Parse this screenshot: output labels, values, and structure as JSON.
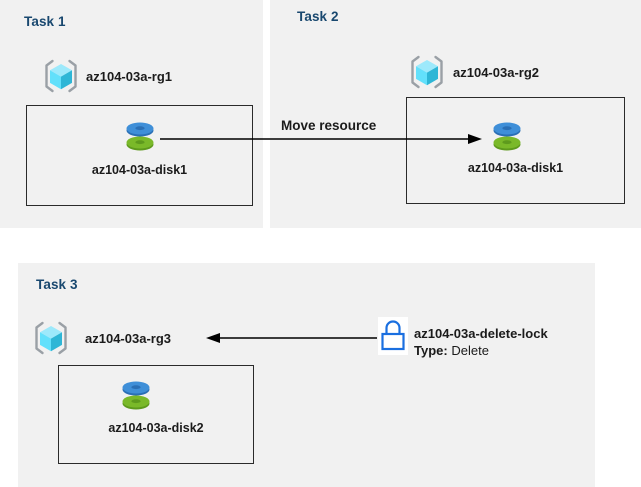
{
  "page": {
    "background": "#ffffff",
    "panel_background": "#f1f1f1",
    "title_color": "#19486f",
    "text_color": "#1b1b1b",
    "border_color": "#2b2b2b"
  },
  "panels": [
    {
      "id": "task1",
      "title": "Task 1",
      "resource_group": {
        "icon": "resource-group-icon",
        "label": "az104-03a-rg1"
      },
      "resource": {
        "icon": "managed-disk-icon",
        "label": "az104-03a-disk1"
      }
    },
    {
      "id": "task2",
      "title": "Task 2",
      "resource_group": {
        "icon": "resource-group-icon",
        "label": "az104-03a-rg2"
      },
      "resource": {
        "icon": "managed-disk-icon",
        "label": "az104-03a-disk1"
      }
    },
    {
      "id": "task3",
      "title": "Task 3",
      "resource_group": {
        "icon": "resource-group-icon",
        "label": "az104-03a-rg3"
      },
      "resource": {
        "icon": "managed-disk-icon",
        "label": "az104-03a-disk2"
      },
      "lock": {
        "icon": "lock-icon",
        "name": "az104-03a-delete-lock",
        "type_key": "Type:",
        "type_value": "Delete"
      }
    }
  ],
  "arrows": {
    "move_resource": {
      "label": "Move resource",
      "direction": "right",
      "from": "az104-03a-disk1 in az104-03a-rg1",
      "to": "az104-03a-disk1 in az104-03a-rg2"
    },
    "lock_applies": {
      "label": "",
      "direction": "left",
      "from": "az104-03a-delete-lock",
      "to": "az104-03a-rg3"
    }
  },
  "icon_colors": {
    "cube_top": "#9de9fb",
    "cube_left": "#62e0fb",
    "cube_right": "#2eb6d6",
    "bracket": "#9aa0a6",
    "disk_blue": "#3f8fd8",
    "disk_blue_dark": "#2a6fb5",
    "disk_green": "#7ab929",
    "disk_green_dark": "#5e9a1d",
    "lock_outline": "#1a6fe0"
  }
}
